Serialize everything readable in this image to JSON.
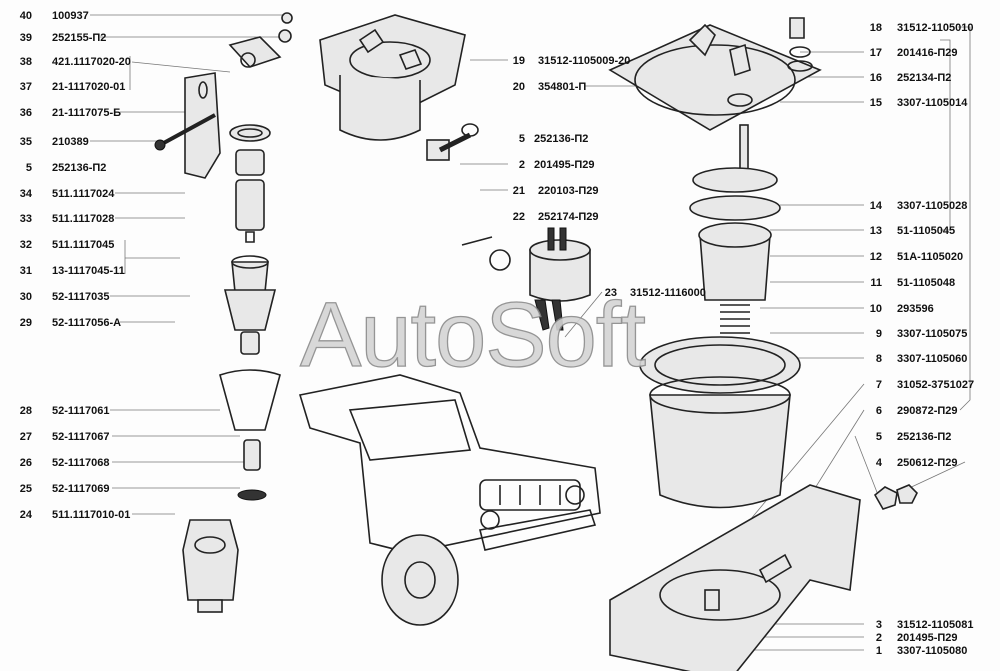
{
  "watermark": "AutoSoft",
  "callouts_left": [
    {
      "num": "40",
      "code": "100937"
    },
    {
      "num": "39",
      "code": "252155-П2"
    },
    {
      "num": "38",
      "code": "421.1117020-20"
    },
    {
      "num": "37",
      "code": "21-1117020-01"
    },
    {
      "num": "36",
      "code": "21-1117075-Б"
    },
    {
      "num": "35",
      "code": "210389"
    },
    {
      "num": "5",
      "code": "252136-П2"
    },
    {
      "num": "34",
      "code": "511.1117024"
    },
    {
      "num": "33",
      "code": "511.1117028"
    },
    {
      "num": "32",
      "code": "511.1117045"
    },
    {
      "num": "31",
      "code": "13-1117045-11"
    },
    {
      "num": "30",
      "code": "52-1117035"
    },
    {
      "num": "29",
      "code": "52-1117056-А"
    },
    {
      "num": "28",
      "code": "52-1117061"
    },
    {
      "num": "27",
      "code": "52-1117067"
    },
    {
      "num": "26",
      "code": "52-1117068"
    },
    {
      "num": "25",
      "code": "52-1117069"
    },
    {
      "num": "24",
      "code": "511.1117010-01"
    }
  ],
  "callouts_middle": [
    {
      "num": "19",
      "code": "31512-1105009-20"
    },
    {
      "num": "20",
      "code": "354801-П"
    },
    {
      "num": "5",
      "code": "252136-П2"
    },
    {
      "num": "2",
      "code": "201495-П29"
    },
    {
      "num": "21",
      "code": "220103-П29"
    },
    {
      "num": "22",
      "code": "252174-П29"
    },
    {
      "num": "23",
      "code": "31512-1116000"
    }
  ],
  "callouts_right": [
    {
      "num": "18",
      "code": "31512-1105010"
    },
    {
      "num": "17",
      "code": "201416-П29"
    },
    {
      "num": "16",
      "code": "252134-П2"
    },
    {
      "num": "15",
      "code": "3307-1105014"
    },
    {
      "num": "14",
      "code": "3307-1105028"
    },
    {
      "num": "13",
      "code": "51-1105045"
    },
    {
      "num": "12",
      "code": "51А-1105020"
    },
    {
      "num": "11",
      "code": "51-1105048"
    },
    {
      "num": "10",
      "code": "293596"
    },
    {
      "num": "9",
      "code": "3307-1105075"
    },
    {
      "num": "8",
      "code": "3307-1105060"
    },
    {
      "num": "7",
      "code": "31052-3751027"
    },
    {
      "num": "6",
      "code": "290872-П29"
    },
    {
      "num": "5",
      "code": "252136-П2"
    },
    {
      "num": "4",
      "code": "250612-П29"
    },
    {
      "num": "3",
      "code": "31512-1105081"
    },
    {
      "num": "2",
      "code": "201495-П29"
    },
    {
      "num": "1",
      "code": "3307-1105080"
    }
  ]
}
